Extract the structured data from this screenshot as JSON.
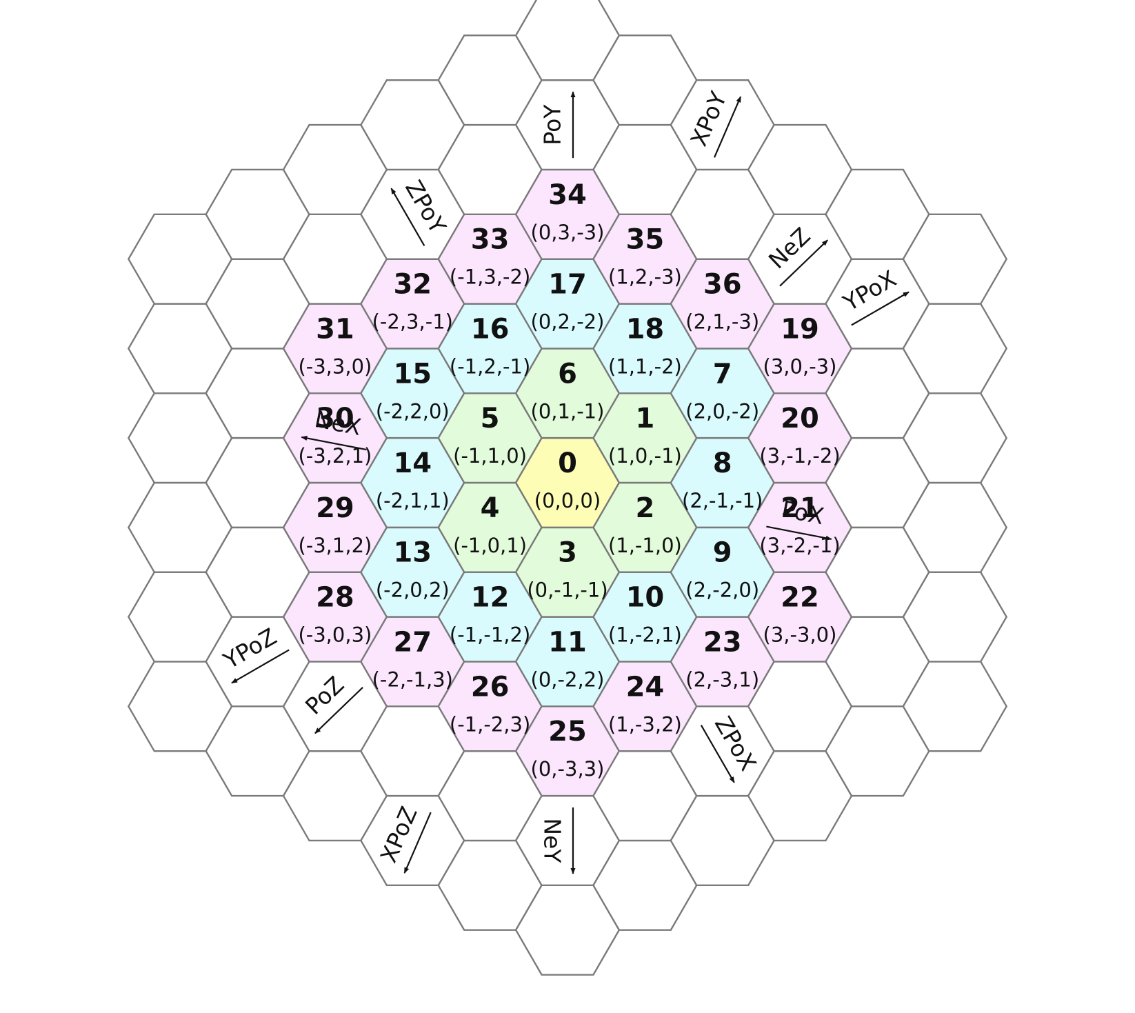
{
  "colors": {
    "center": "#fdfdb6",
    "ring1": "#e2fbdb",
    "ring2": "#d9fbfe",
    "ring3": "#fbe6fd",
    "empty": "#ffffff",
    "border": "#7a7a7a"
  },
  "cells": [
    {
      "n": "0",
      "coord": "(0,0,0)",
      "q": 0,
      "r": 0,
      "ring": 0
    },
    {
      "n": "1",
      "coord": "(1,0,-1)",
      "q": 1,
      "r": 0,
      "ring": 1
    },
    {
      "n": "2",
      "coord": "(1,-1,0)",
      "q": 1,
      "r": -1,
      "ring": 1
    },
    {
      "n": "3",
      "coord": "(0,-1,-1)",
      "q": 0,
      "r": -1,
      "ring": 1
    },
    {
      "n": "4",
      "coord": "(-1,0,1)",
      "q": -1,
      "r": 0,
      "ring": 1
    },
    {
      "n": "5",
      "coord": "(-1,1,0)",
      "q": -1,
      "r": 1,
      "ring": 1
    },
    {
      "n": "6",
      "coord": "(0,1,-1)",
      "q": 0,
      "r": 1,
      "ring": 1
    },
    {
      "n": "7",
      "coord": "(2,0,-2)",
      "q": 2,
      "r": 0,
      "ring": 2
    },
    {
      "n": "8",
      "coord": "(2,-1,-1)",
      "q": 2,
      "r": -1,
      "ring": 2
    },
    {
      "n": "9",
      "coord": "(2,-2,0)",
      "q": 2,
      "r": -2,
      "ring": 2
    },
    {
      "n": "10",
      "coord": "(1,-2,1)",
      "q": 1,
      "r": -2,
      "ring": 2
    },
    {
      "n": "11",
      "coord": "(0,-2,2)",
      "q": 0,
      "r": -2,
      "ring": 2
    },
    {
      "n": "12",
      "coord": "(-1,-1,2)",
      "q": -1,
      "r": -1,
      "ring": 2
    },
    {
      "n": "13",
      "coord": "(-2,0,2)",
      "q": -2,
      "r": 0,
      "ring": 2
    },
    {
      "n": "14",
      "coord": "(-2,1,1)",
      "q": -2,
      "r": 1,
      "ring": 2
    },
    {
      "n": "15",
      "coord": "(-2,2,0)",
      "q": -2,
      "r": 2,
      "ring": 2
    },
    {
      "n": "16",
      "coord": "(-1,2,-1)",
      "q": -1,
      "r": 2,
      "ring": 2
    },
    {
      "n": "17",
      "coord": "(0,2,-2)",
      "q": 0,
      "r": 2,
      "ring": 2
    },
    {
      "n": "18",
      "coord": "(1,1,-2)",
      "q": 1,
      "r": 1,
      "ring": 2
    },
    {
      "n": "19",
      "coord": "(3,0,-3)",
      "q": 3,
      "r": 0,
      "ring": 3
    },
    {
      "n": "20",
      "coord": "(3,-1,-2)",
      "q": 3,
      "r": -1,
      "ring": 3
    },
    {
      "n": "21",
      "coord": "(3,-2,-1)",
      "q": 3,
      "r": -2,
      "ring": 3
    },
    {
      "n": "22",
      "coord": "(3,-3,0)",
      "q": 3,
      "r": -3,
      "ring": 3
    },
    {
      "n": "23",
      "coord": "(2,-3,1)",
      "q": 2,
      "r": -3,
      "ring": 3
    },
    {
      "n": "24",
      "coord": "(1,-3,2)",
      "q": 1,
      "r": -3,
      "ring": 3
    },
    {
      "n": "25",
      "coord": "(0,-3,3)",
      "q": 0,
      "r": -3,
      "ring": 3
    },
    {
      "n": "26",
      "coord": "(-1,-2,3)",
      "q": -1,
      "r": -2,
      "ring": 3
    },
    {
      "n": "27",
      "coord": "(-2,-1,3)",
      "q": -2,
      "r": -1,
      "ring": 3
    },
    {
      "n": "28",
      "coord": "(-3,0,3)",
      "q": -3,
      "r": 0,
      "ring": 3
    },
    {
      "n": "29",
      "coord": "(-3,1,2)",
      "q": -3,
      "r": 1,
      "ring": 3
    },
    {
      "n": "30",
      "coord": "(-3,2,1)",
      "q": -3,
      "r": 2,
      "ring": 3
    },
    {
      "n": "31",
      "coord": "(-3,3,0)",
      "q": -3,
      "r": 3,
      "ring": 3
    },
    {
      "n": "32",
      "coord": "(-2,3,-1)",
      "q": -2,
      "r": 3,
      "ring": 3
    },
    {
      "n": "33",
      "coord": "(-1,3,-2)",
      "q": -1,
      "r": 3,
      "ring": 3
    },
    {
      "n": "34",
      "coord": "(0,3,-3)",
      "q": 0,
      "r": 3,
      "ring": 3
    },
    {
      "n": "35",
      "coord": "(1,2,-3)",
      "q": 1,
      "r": 2,
      "ring": 3
    },
    {
      "n": "36",
      "coord": "(2,1,-3)",
      "q": 2,
      "r": 1,
      "ring": 3
    }
  ],
  "grid_radius": 5,
  "directions": [
    {
      "label": "PoY",
      "q": 0,
      "r": 4
    },
    {
      "label": "NeY",
      "q": 0,
      "r": -4
    },
    {
      "label": "YPoX",
      "q": 4,
      "r": 0
    },
    {
      "label": "YPoZ",
      "q": -4,
      "r": 0
    },
    {
      "label": "XPoY",
      "q": 2,
      "r": 3
    },
    {
      "label": "ZPoY",
      "q": -2,
      "r": 4
    },
    {
      "label": "NeZ",
      "q": 3,
      "r": 1
    },
    {
      "label": "NeX",
      "q": -3,
      "r": 2
    },
    {
      "label": "PoX",
      "q": 3,
      "r": -2
    },
    {
      "label": "PoZ",
      "q": -3,
      "r": -1
    },
    {
      "label": "ZPoX",
      "q": 2,
      "r": -4
    },
    {
      "label": "XPoZ",
      "q": -2,
      "r": -3
    }
  ]
}
